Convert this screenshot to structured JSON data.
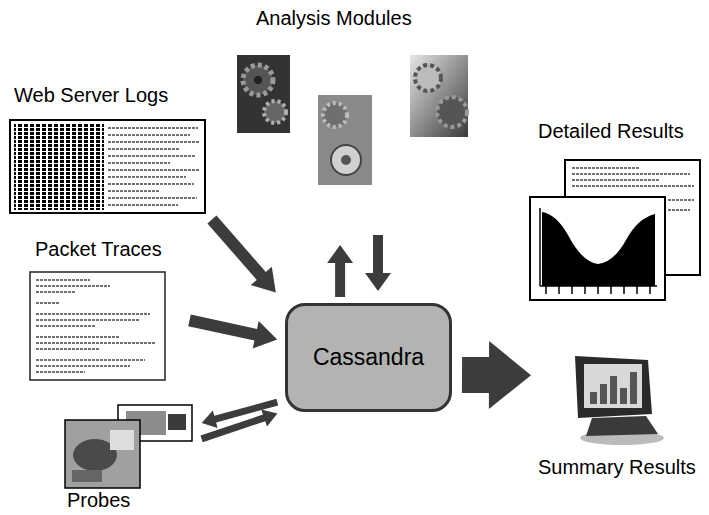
{
  "diagram": {
    "nodes": [
      {
        "text": [
          "Analysis Modules"
        ]
      },
      {
        "text": [
          "Web Server Logs"
        ]
      },
      {
        "text": [
          "Detailed Results"
        ]
      },
      {
        "text": [
          "Packet Traces"
        ]
      },
      {
        "text": [
          "Cassandra"
        ]
      },
      {
        "text": [
          "Probes"
        ]
      },
      {
        "text": [
          "Summary Results"
        ]
      }
    ],
    "edges": [
      {
        "from": 1,
        "to": 4,
        "arrow": "to"
      },
      {
        "from": 3,
        "to": 4,
        "arrow": "to"
      },
      {
        "from": 4,
        "to": 0,
        "arrow": "to"
      },
      {
        "from": 0,
        "to": 4,
        "arrow": "to"
      },
      {
        "from": 4,
        "to": 5,
        "arrow": "to"
      },
      {
        "from": 5,
        "to": 4,
        "arrow": "to"
      },
      {
        "from": 4,
        "to": 6,
        "arrow": "to"
      }
    ]
  }
}
